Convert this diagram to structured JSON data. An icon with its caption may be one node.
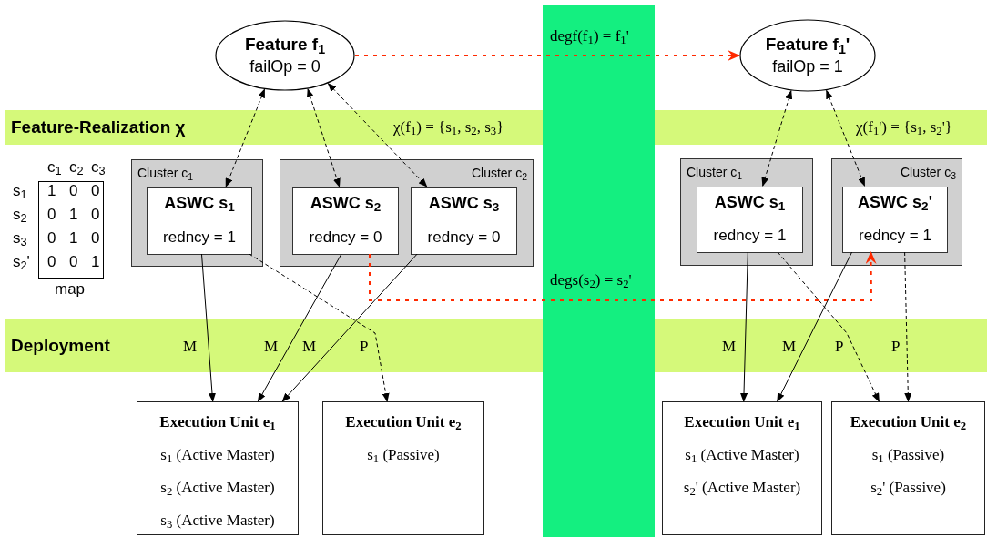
{
  "diagram": {
    "nodes": [
      {
        "text": [
          "Feature f$_{1}$",
          "failOp = 0"
        ]
      },
      {
        "text": [
          "Feature f$_{1}$'",
          "failOp = 1"
        ]
      },
      {
        "text": [
          "Cluster c$_{1}$"
        ]
      },
      {
        "text": [
          "ASWC s$_{1}$",
          "redncy = 1"
        ],
        "in": 2
      },
      {
        "text": [
          "Cluster c$_{2}$"
        ]
      },
      {
        "text": [
          "ASWC s$_{2}$",
          "redncy = 0"
        ],
        "in": 4
      },
      {
        "text": [
          "ASWC s$_{3}$",
          "redncy = 0"
        ],
        "in": 4
      },
      {
        "text": [
          "Cluster c$_{1}$"
        ]
      },
      {
        "text": [
          "ASWC s$_{1}$",
          "redncy = 1"
        ],
        "in": 7
      },
      {
        "text": [
          "Cluster c$_{3}$"
        ]
      },
      {
        "text": [
          "ASWC s$_{2}$'",
          "redncy = 1"
        ],
        "in": 9
      },
      {
        "text": [
          "Execution Unit e$_{1}$",
          "s$_{1}$ (Active Master)",
          "s$_{2}$ (Active Master)",
          "s$_{3}$ (Active Master)"
        ]
      },
      {
        "text": [
          "Execution Unit e$_{2}$",
          "s$_{1}$ (Passive)"
        ]
      },
      {
        "text": [
          "Execution Unit e$_{1}$",
          "s$_{1}$ (Active Master)",
          "s$_{2}$' (Active Master)"
        ]
      },
      {
        "text": [
          "Execution Unit e$_{2}$",
          "s$_{1}$ (Passive)",
          "s$_{2}$' (Passive)"
        ]
      }
    ],
    "edges": [
      {
        "from": 0,
        "to": 1,
        "arrow": "to",
        "label": "degf(f$_{1}$) = f$_{1}$'",
        "style": "dashed",
        "color": "#ff2a00"
      },
      {
        "from": 0,
        "to": 3,
        "arrow": "both",
        "style": "dashed"
      },
      {
        "from": 0,
        "to": 5,
        "arrow": "both",
        "style": "dashed"
      },
      {
        "from": 0,
        "to": 6,
        "arrow": "both",
        "style": "dashed"
      },
      {
        "from": 1,
        "to": 8,
        "arrow": "both",
        "style": "dashed"
      },
      {
        "from": 1,
        "to": 10,
        "arrow": "both",
        "style": "dashed"
      },
      {
        "from": 5,
        "to": 10,
        "arrow": "to",
        "label": "degs(s$_{2}$) = s$_{2}$'",
        "style": "dashed",
        "color": "#ff2a00"
      },
      {
        "from": 3,
        "to": 11,
        "arrow": "to",
        "label": "M"
      },
      {
        "from": 5,
        "to": 11,
        "arrow": "to",
        "label": "M"
      },
      {
        "from": 6,
        "to": 11,
        "arrow": "to",
        "label": "M"
      },
      {
        "from": 3,
        "to": 12,
        "arrow": "to",
        "label": "P",
        "style": "dashed"
      },
      {
        "from": 8,
        "to": 13,
        "arrow": "to",
        "label": "M"
      },
      {
        "from": 10,
        "to": 13,
        "arrow": "to",
        "label": "M"
      },
      {
        "from": 8,
        "to": 14,
        "arrow": "to",
        "label": "P",
        "style": "dashed"
      },
      {
        "from": 10,
        "to": 14,
        "arrow": "to",
        "label": "P",
        "style": "dashed"
      }
    ],
    "labels": [
      "Feature-Realization χ",
      "χ(f$_{1}$) = {s$_{1}$, s$_{2}$, s$_{3}$}",
      "χ(f$_{1}$') = {s$_{1}$, s$_{2}$'}",
      "c$_{1}$",
      "c$_{2}$",
      "c$_{3}$",
      "s$_{1}$",
      "1",
      "0",
      "0",
      "s$_{2}$",
      "0",
      "1",
      "0",
      "s$_{3}$",
      "0",
      "1",
      "0",
      "s$_{2}$'",
      "0",
      "0",
      "1",
      "map",
      "Deployment"
    ]
  }
}
